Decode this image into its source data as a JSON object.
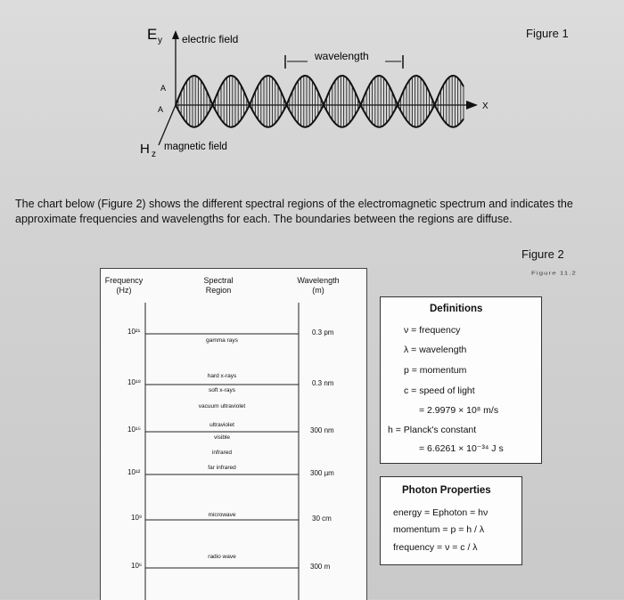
{
  "figure1": {
    "title": "Figure 1",
    "e_axis": "E",
    "e_sub": "y",
    "e_label": "electric field",
    "h_axis": "H",
    "h_sub": "z",
    "h_label": "magnetic field",
    "x_axis": "X",
    "amplitude_label": "A",
    "wavelength_label": "wavelength"
  },
  "paragraph": "The chart below (Figure 2) shows the different spectral regions of the electromagnetic spectrum and indicates the approximate frequencies and wavelengths for each. The boundaries between the regions are diffuse.",
  "figure2": {
    "title": "Figure 2",
    "subtitle": "Figure 11.2",
    "header_frequency": "Frequency",
    "header_frequency_unit": "(Hz)",
    "header_region": "Spectral",
    "header_region2": "Region",
    "header_wavelength": "Wavelength",
    "header_wavelength_unit": "(m)",
    "rows": [
      {
        "freq": "10²¹",
        "wavelength": "0.3 pm"
      },
      {
        "freq": "10¹⁸",
        "wavelength": "0.3 nm"
      },
      {
        "freq": "10¹⁵",
        "wavelength": "300 nm"
      },
      {
        "freq": "10¹²",
        "wavelength": "300 µm"
      },
      {
        "freq": "10⁹",
        "wavelength": "30 cm"
      },
      {
        "freq": "10⁶",
        "wavelength": "300 m"
      }
    ],
    "regions": [
      "gamma rays",
      "hard x-rays",
      "soft x-rays",
      "vacuum ultraviolet",
      "ultraviolet",
      "visible",
      "infrared",
      "far infrared",
      "microwave",
      "radio wave"
    ]
  },
  "definitions": {
    "title": "Definitions",
    "lines": [
      "ν = frequency",
      "λ = wavelength",
      "p = momentum",
      "c = speed of light",
      "= 2.9979 × 10⁸ m/s",
      "h = Planck's constant",
      "= 6.6261 × 10⁻³⁴ J s"
    ]
  },
  "photon": {
    "title": "Photon Properties",
    "lines": [
      "energy = Ephoton = hν",
      "momentum = p = h / λ",
      "frequency = ν = c / λ"
    ]
  }
}
